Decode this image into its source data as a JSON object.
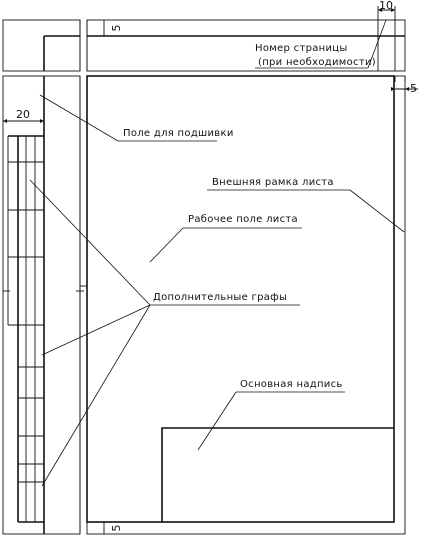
{
  "labels": {
    "page_number": "Номер страницы",
    "page_number_note": "(при необходимости)",
    "binding_field": "Поле для подшивки",
    "outer_frame": "Внешняя рамка листа",
    "work_field": "Рабочее поле листа",
    "extra_columns": "Дополнительные графы",
    "title_block": "Основная надпись"
  },
  "dimensions": {
    "page_number_width": "10",
    "top_margin": "5",
    "right_margin": "5",
    "binding_width": "20",
    "bottom_margin": "5"
  }
}
